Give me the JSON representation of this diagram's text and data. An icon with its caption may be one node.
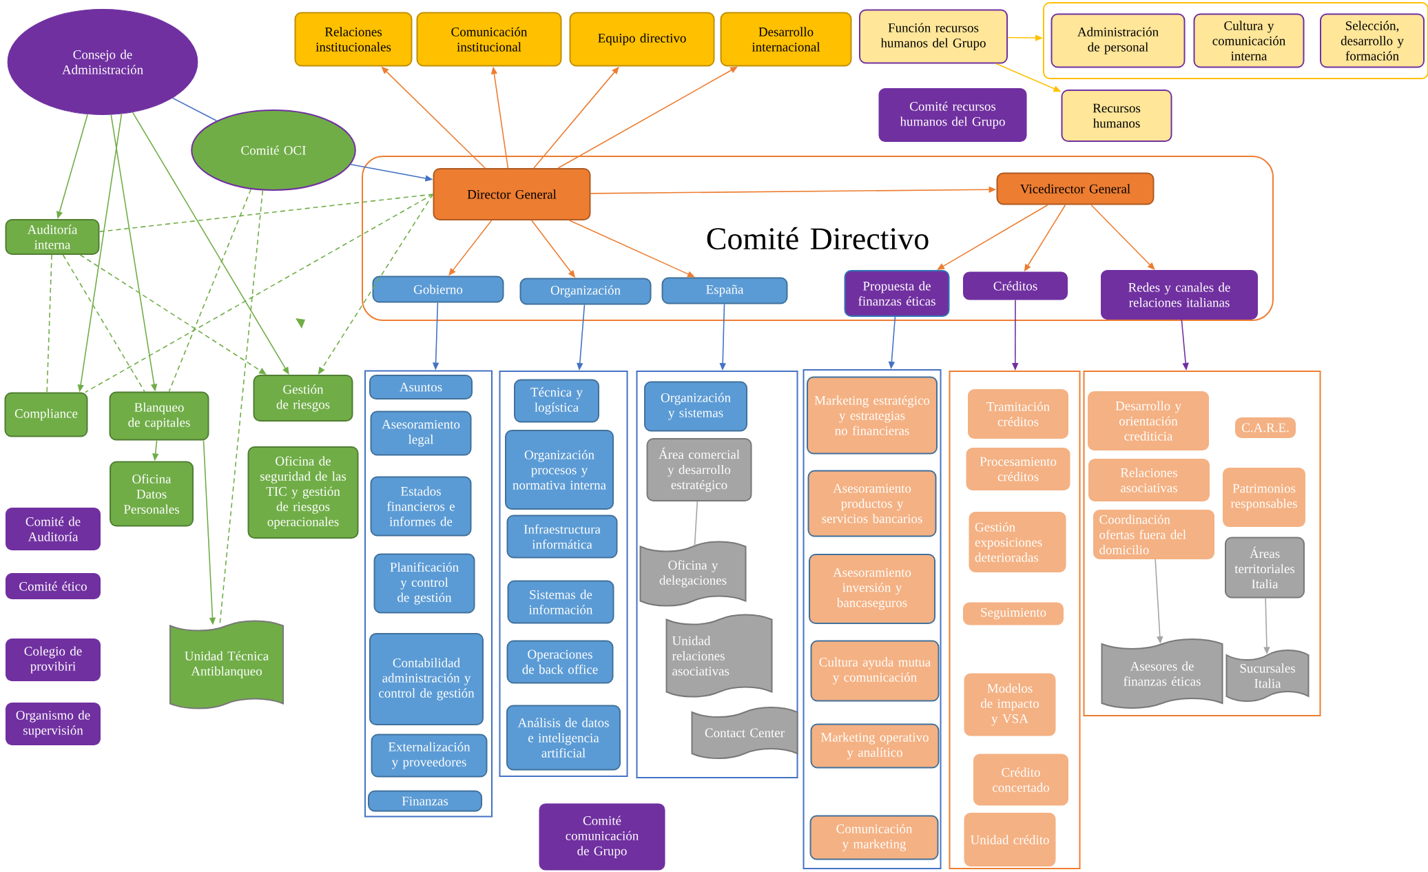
{
  "diagram": {
    "nodes": [
      {
        "text": [
          "Consejo de Administración"
        ]
      },
      {
        "text": [
          "Comité OCI"
        ]
      },
      {
        "text": [
          "Relaciones institucionales"
        ]
      },
      {
        "text": [
          "Comunicación institucional"
        ]
      },
      {
        "text": [
          "Equipo directivo"
        ]
      },
      {
        "text": [
          "Desarrollo internacional"
        ]
      },
      {
        "text": [
          "Función recursos humanos del Grupo"
        ]
      },
      {
        "text": [],
        "shape": "box"
      },
      {
        "text": [
          "Administración de personal"
        ],
        "in": 7
      },
      {
        "text": [
          "Cultura y comunicación interna"
        ],
        "in": 7
      },
      {
        "text": [
          "Selección, desarrollo y formación"
        ],
        "in": 7
      },
      {
        "text": [
          "Comité recursos humanos del Grupo"
        ]
      },
      {
        "text": [
          "Recursos humanos"
        ]
      },
      {
        "text": [
          "Comité Directivo"
        ]
      },
      {
        "text": [
          "Director General"
        ],
        "in": 13
      },
      {
        "text": [
          "Vicedirector General"
        ],
        "in": 13
      },
      {
        "text": [
          "Gobierno"
        ],
        "in": 13
      },
      {
        "text": [
          "Organización"
        ],
        "in": 13
      },
      {
        "text": [
          "España"
        ],
        "in": 13
      },
      {
        "text": [
          "Propuesta de finanzas éticas"
        ],
        "in": 13
      },
      {
        "text": [
          "Créditos"
        ],
        "in": 13
      },
      {
        "text": [
          "Redes y canales de relaciones italianas"
        ],
        "in": 13
      },
      {
        "text": [
          "Auditoría interna"
        ]
      },
      {
        "text": [
          "Compliance"
        ]
      },
      {
        "text": [
          "Blanqueo de capitales"
        ]
      },
      {
        "text": [
          "Gestión de riesgos"
        ]
      },
      {
        "text": [
          "Oficina Datos Personales"
        ]
      },
      {
        "text": [
          "Oficina de seguridad de las TIC y gestión de riesgos operacionales"
        ]
      },
      {
        "text": [
          "Unidad Técnica Antiblanqueo"
        ]
      },
      {
        "text": [
          "Comité de Auditoría"
        ]
      },
      {
        "text": [
          "Comité ético"
        ]
      },
      {
        "text": [
          "Colegio de provibiri"
        ]
      },
      {
        "text": [
          "Organismo de supervisión"
        ]
      },
      {
        "text": [
          "Comité comunicación de Grupo"
        ]
      },
      {
        "text": [],
        "shape": "box"
      },
      {
        "text": [
          "Asuntos"
        ],
        "in": 34
      },
      {
        "text": [
          "Asesoramiento legal"
        ],
        "in": 34
      },
      {
        "text": [
          "Estados financieros e informes de"
        ],
        "in": 34
      },
      {
        "text": [
          "Planificación y control de gestión"
        ],
        "in": 34
      },
      {
        "text": [
          "Contabilidad administración y control de gestión"
        ],
        "in": 34
      },
      {
        "text": [
          "Externalización y proveedores"
        ],
        "in": 34
      },
      {
        "text": [
          "Finanzas"
        ],
        "in": 34
      },
      {
        "text": [],
        "shape": "box"
      },
      {
        "text": [
          "Técnica y logística"
        ],
        "in": 42
      },
      {
        "text": [
          "Organización procesos y normativa interna"
        ],
        "in": 42
      },
      {
        "text": [
          "Infraestructura informática"
        ],
        "in": 42
      },
      {
        "text": [
          "Sistemas de información"
        ],
        "in": 42
      },
      {
        "text": [
          "Operaciones de back office"
        ],
        "in": 42
      },
      {
        "text": [
          "Análisis de datos e inteligencia artificial"
        ],
        "in": 42
      },
      {
        "text": [],
        "shape": "box"
      },
      {
        "text": [
          "Organización y sistemas"
        ],
        "in": 49
      },
      {
        "text": [
          "Área comercial y desarrollo estratégico"
        ],
        "in": 49
      },
      {
        "text": [
          "Oficina y delegaciones"
        ],
        "in": 49
      },
      {
        "text": [
          "Unidad relaciones asociativas"
        ],
        "in": 49
      },
      {
        "text": [
          "Contact Center"
        ],
        "in": 49
      },
      {
        "text": [],
        "shape": "box"
      },
      {
        "text": [
          "Marketing estratégico y estrategias no financieras"
        ],
        "in": 55
      },
      {
        "text": [
          "Asesoramiento productos y servicios bancarios"
        ],
        "in": 55
      },
      {
        "text": [
          "Asesoramiento inversión y bancaseguros"
        ],
        "in": 55
      },
      {
        "text": [
          "Cultura ayuda mutua y comunicación"
        ],
        "in": 55
      },
      {
        "text": [
          "Marketing operativo y analítico"
        ],
        "in": 55
      },
      {
        "text": [
          "Comunicación y marketing"
        ],
        "in": 55
      },
      {
        "text": [],
        "shape": "box"
      },
      {
        "text": [
          "Tramitación créditos"
        ],
        "in": 62
      },
      {
        "text": [
          "Procesamiento créditos"
        ],
        "in": 62
      },
      {
        "text": [
          "Gestión exposiciones deterioradas"
        ],
        "in": 62
      },
      {
        "text": [
          "Seguimiento"
        ],
        "in": 62
      },
      {
        "text": [
          "Modelos de impacto y VSA"
        ],
        "in": 62
      },
      {
        "text": [
          "Crédito concertado"
        ],
        "in": 62
      },
      {
        "text": [
          "Unidad crédito"
        ],
        "in": 62
      },
      {
        "text": [],
        "shape": "box"
      },
      {
        "text": [
          "Desarrollo y orientación crediticia"
        ],
        "in": 70
      },
      {
        "text": [
          "Relaciones asociativas"
        ],
        "in": 70
      },
      {
        "text": [
          "Coordinación ofertas fuera del domicilio"
        ],
        "in": 70
      },
      {
        "text": [
          "C.A.R.E."
        ],
        "in": 70
      },
      {
        "text": [
          "Patrimonios responsables"
        ],
        "in": 70
      },
      {
        "text": [
          "Áreas territoriales Italia"
        ],
        "in": 70
      },
      {
        "text": [
          "Asesores de finanzas éticas"
        ],
        "in": 70
      },
      {
        "text": [
          "Sucursales Italia"
        ],
        "in": 70
      }
    ],
    "edges": [
      {
        "from": 0,
        "to": 1,
        "arrow": "none",
        "color": "#4472c4"
      },
      {
        "from": 1,
        "to": 14,
        "arrow": "to",
        "color": "#4472c4"
      },
      {
        "from": 14,
        "to": 2,
        "arrow": "to",
        "color": "#ed7d31"
      },
      {
        "from": 14,
        "to": 3,
        "arrow": "to",
        "color": "#ed7d31"
      },
      {
        "from": 14,
        "to": 4,
        "arrow": "to",
        "color": "#ed7d31"
      },
      {
        "from": 14,
        "to": 5,
        "arrow": "to",
        "color": "#ed7d31"
      },
      {
        "from": 14,
        "to": 15,
        "arrow": "to",
        "color": "#ed7d31"
      },
      {
        "from": 14,
        "to": 16,
        "arrow": "to",
        "color": "#ed7d31"
      },
      {
        "from": 14,
        "to": 17,
        "arrow": "to",
        "color": "#ed7d31"
      },
      {
        "from": 14,
        "to": 18,
        "arrow": "to",
        "color": "#ed7d31"
      },
      {
        "from": 15,
        "to": 19,
        "arrow": "to",
        "color": "#ed7d31"
      },
      {
        "from": 15,
        "to": 20,
        "arrow": "to",
        "color": "#ed7d31"
      },
      {
        "from": 15,
        "to": 21,
        "arrow": "to",
        "color": "#ed7d31"
      },
      {
        "from": 6,
        "to": 7,
        "arrow": "to",
        "color": "#ffc000"
      },
      {
        "from": 6,
        "to": 12,
        "arrow": "to",
        "color": "#ffc000"
      },
      {
        "from": 0,
        "to": 22,
        "arrow": "to"
      },
      {
        "from": 0,
        "to": 23,
        "arrow": "to"
      },
      {
        "from": 0,
        "to": 24,
        "arrow": "to"
      },
      {
        "from": 0,
        "to": 25,
        "arrow": "to"
      },
      {
        "from": 24,
        "to": 26,
        "arrow": "to"
      },
      {
        "from": 24,
        "to": 28,
        "arrow": "to"
      },
      {
        "from": 14,
        "to": 22,
        "arrow": "none",
        "style": "dashed"
      },
      {
        "from": 14,
        "to": 23,
        "arrow": "none",
        "style": "dashed"
      },
      {
        "from": 14,
        "to": 25,
        "arrow": "to",
        "style": "dashed"
      },
      {
        "from": 22,
        "to": 23,
        "arrow": "none",
        "style": "dashed"
      },
      {
        "from": 22,
        "to": 24,
        "arrow": "none",
        "style": "dashed"
      },
      {
        "from": 22,
        "to": 25,
        "arrow": "to",
        "style": "dashed"
      },
      {
        "from": 1,
        "to": 24,
        "arrow": "none",
        "style": "dashed"
      },
      {
        "from": 1,
        "to": 28,
        "arrow": "none",
        "style": "dashed"
      },
      {
        "from": 16,
        "to": 34,
        "arrow": "to",
        "color": "#4472c4"
      },
      {
        "from": 17,
        "to": 42,
        "arrow": "to",
        "color": "#4472c4"
      },
      {
        "from": 18,
        "to": 49,
        "arrow": "to",
        "color": "#4472c4"
      },
      {
        "from": 19,
        "to": 55,
        "arrow": "to",
        "color": "#4472c4"
      },
      {
        "from": 20,
        "to": 62,
        "arrow": "to",
        "color": "#7030a0"
      },
      {
        "from": 21,
        "to": 70,
        "arrow": "to",
        "color": "#7030a0"
      },
      {
        "from": 51,
        "to": 52,
        "arrow": "none",
        "color": "#a5a5a5"
      },
      {
        "from": 73,
        "to": 77,
        "arrow": "to",
        "color": "#a5a5a5"
      },
      {
        "from": 76,
        "to": 78,
        "arrow": "to",
        "color": "#a5a5a5"
      }
    ]
  }
}
